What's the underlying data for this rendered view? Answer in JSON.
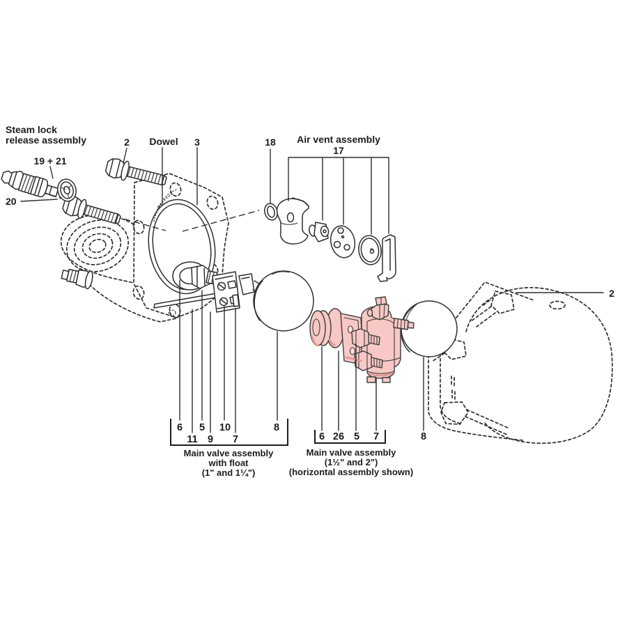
{
  "labels": {
    "steam_lock_1": "Steam lock",
    "steam_lock_2": "release assembly",
    "part_19_21": "19 + 21",
    "part_20": "20",
    "bolt": "2",
    "dowel": "Dowel",
    "gasket": "3",
    "part_18": "18",
    "air_vent_title": "Air vent assembly",
    "part_17": "17",
    "bolt_right": "2"
  },
  "left_assembly": {
    "numbers": [
      "6",
      "11",
      "5",
      "9",
      "10",
      "7",
      "8"
    ],
    "caption": [
      "Main valve assembly",
      "with float",
      "(1\" and 1¼\")"
    ]
  },
  "right_assembly": {
    "numbers": [
      "6",
      "26",
      "5",
      "7",
      "8"
    ],
    "caption": [
      "Main valve assembly",
      "(1½\" and 2\")",
      "(horizontal assembly shown)"
    ]
  },
  "colors": {
    "outline": "#2e2e2e",
    "label": "#1c1c1c",
    "highlight_pink": "#f7c8c4",
    "highlight_pink_shade": "#e09b95",
    "background": "#ffffff"
  }
}
